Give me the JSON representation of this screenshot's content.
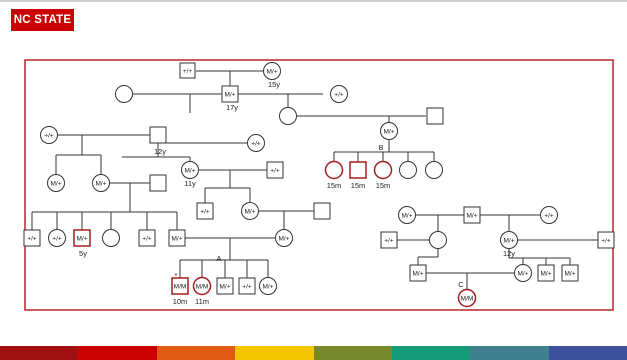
{
  "logo": {
    "text": "NC STATE"
  },
  "colors": {
    "brand_red": "#cc0000",
    "affected_outline": "#a31f1f",
    "frame": "#b4262b",
    "stripe": [
      "#a11010",
      "#cc0000",
      "#e05a14",
      "#f3c600",
      "#77882a",
      "#159b7a",
      "#3f7f8e",
      "#3e4f9e"
    ]
  },
  "pedigree": {
    "labels": {
      "age_15y": "15y",
      "age_17y": "17y",
      "age_12y_a": "12y",
      "age_11y": "11y",
      "age_5y": "5y",
      "age_15m_1": "15m",
      "age_15m_2": "15m",
      "age_15m_3": "15m",
      "age_10m": "10m",
      "age_11m": "11m",
      "age_12y_b": "12y",
      "family_a": "A",
      "family_b": "B",
      "family_c": "C",
      "proband_marker": "*"
    },
    "genotypes": {
      "wildtype": "+/+",
      "carrier": "M/+",
      "affected": "M/M"
    }
  }
}
